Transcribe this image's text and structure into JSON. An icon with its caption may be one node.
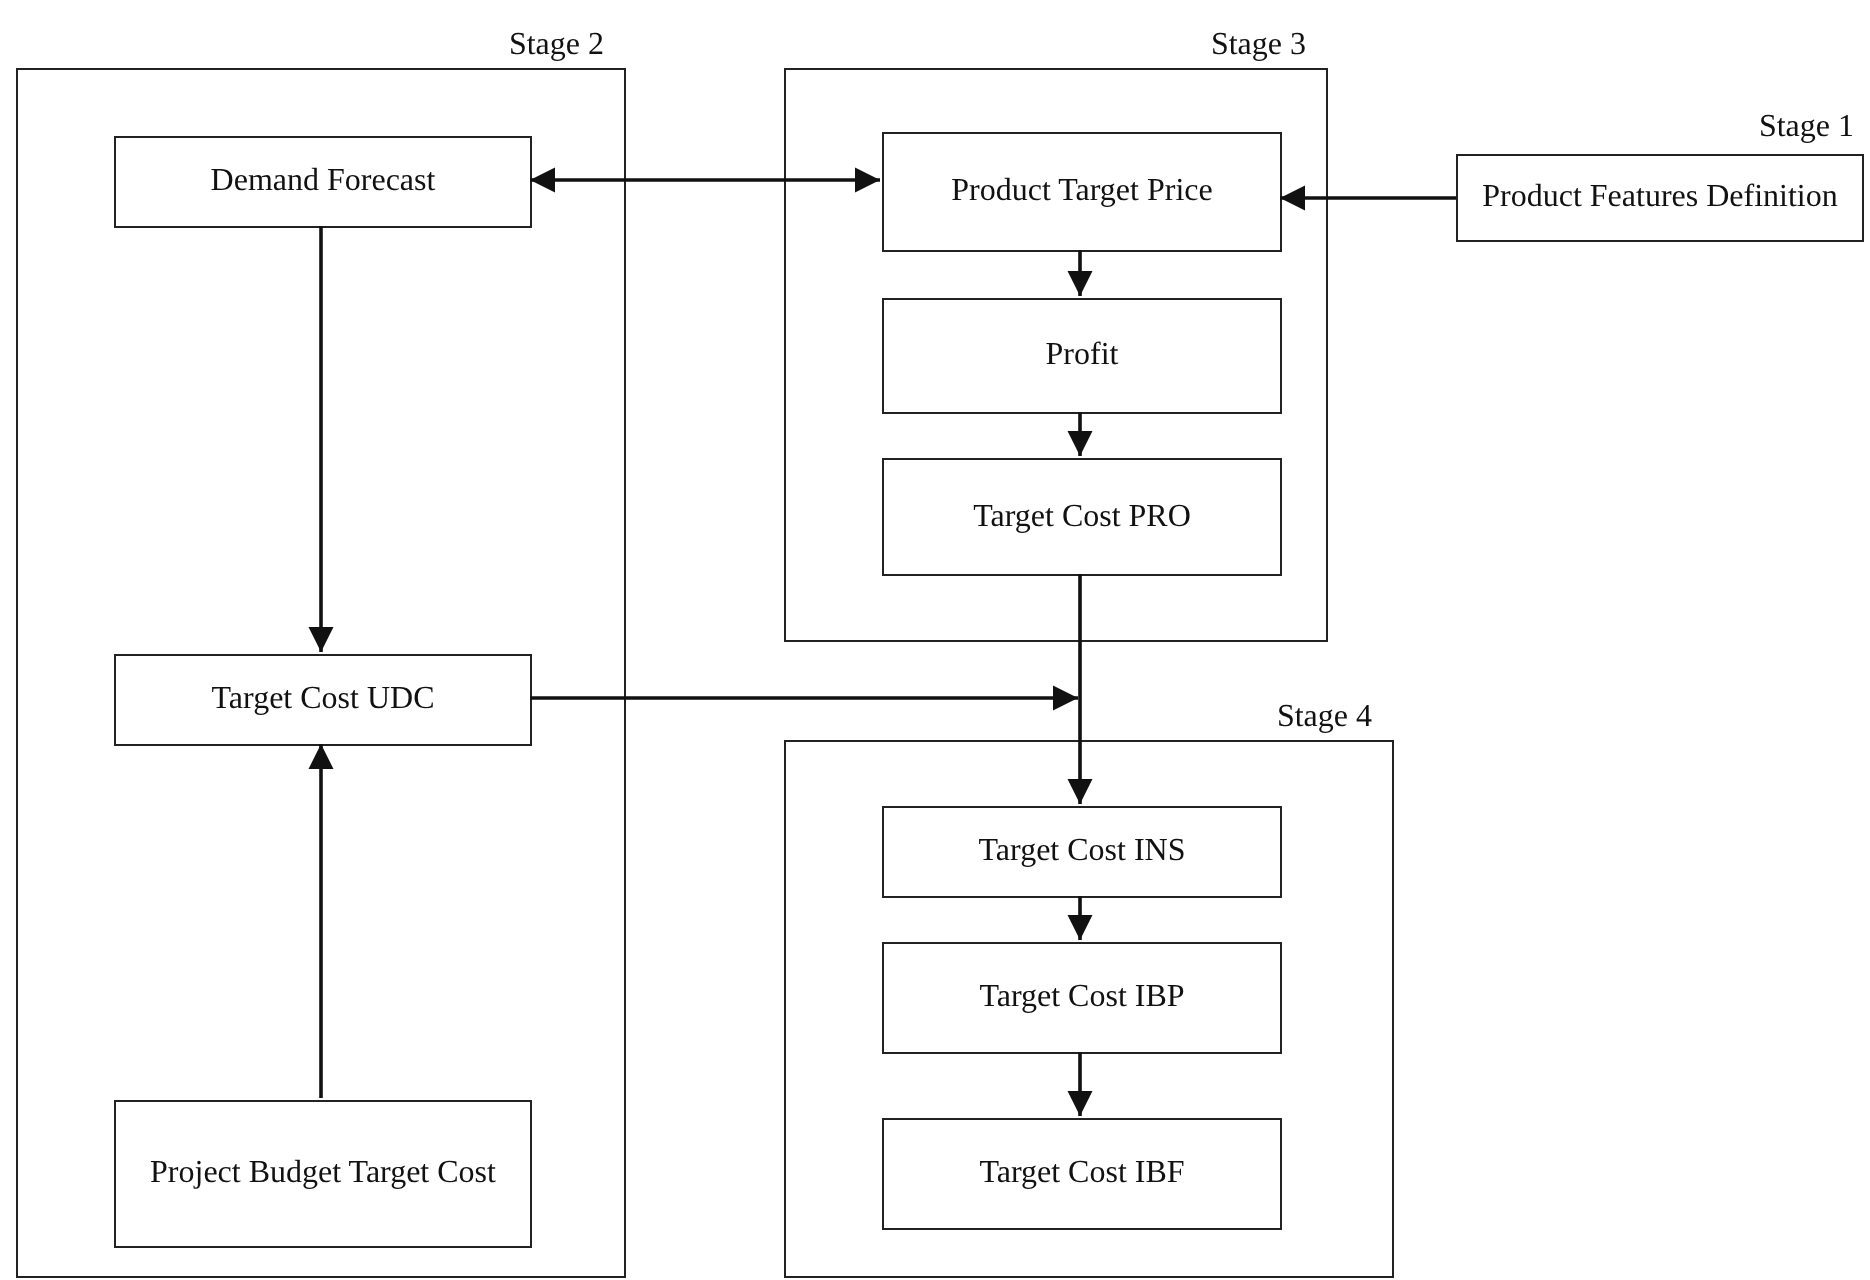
{
  "diagram": {
    "nodes": [
      {
        "text": [
          "Stage 2"
        ]
      },
      {
        "text": [
          "Demand Forecast"
        ],
        "in": 0
      },
      {
        "text": [
          "Target Cost UDC"
        ],
        "in": 0
      },
      {
        "text": [
          "Project Budget Target Cost"
        ],
        "in": 0
      },
      {
        "text": [
          "Stage 3"
        ]
      },
      {
        "text": [
          "Product Target Price"
        ],
        "in": 4
      },
      {
        "text": [
          "Profit"
        ],
        "in": 4
      },
      {
        "text": [
          "Target Cost PRO"
        ],
        "in": 4
      },
      {
        "text": [
          "Product Features Definition"
        ],
        "beside": [
          "Stage 1"
        ]
      },
      {
        "text": [
          "Stage 4"
        ]
      },
      {
        "text": [
          "Target Cost INS"
        ],
        "in": 9
      },
      {
        "text": [
          "Target Cost IBP"
        ],
        "in": 9
      },
      {
        "text": [
          "Target Cost IBF"
        ],
        "in": 9
      }
    ],
    "edges": [
      {
        "from": 1,
        "to": 5,
        "arrow": "both"
      },
      {
        "from": 8,
        "to": 5,
        "arrow": "to"
      },
      {
        "from": 5,
        "to": 6,
        "arrow": "to"
      },
      {
        "from": 6,
        "to": 7,
        "arrow": "to"
      },
      {
        "from": 1,
        "to": 2,
        "arrow": "to"
      },
      {
        "from": 3,
        "to": 2,
        "arrow": "to"
      },
      {
        "from": 7,
        "to": 10,
        "arrow": "to"
      },
      {
        "from": 2,
        "to": 10,
        "arrow": "to"
      },
      {
        "from": 10,
        "to": 11,
        "arrow": "to"
      },
      {
        "from": 11,
        "to": 12,
        "arrow": "to"
      }
    ]
  }
}
